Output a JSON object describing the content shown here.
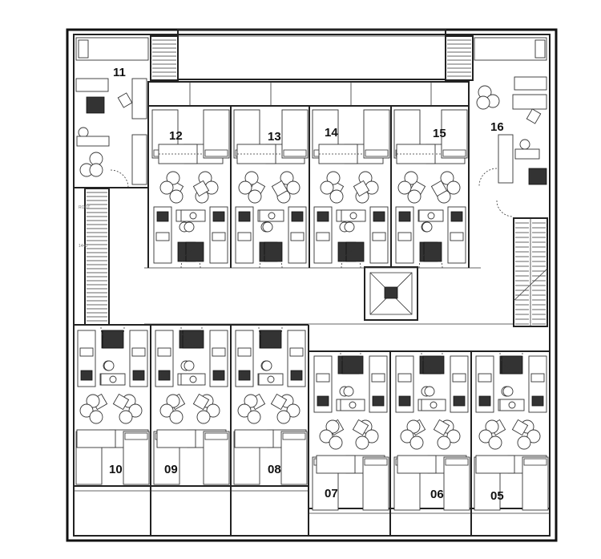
{
  "floor_plan": {
    "rooms": [
      {
        "id": "room-11",
        "label": "11"
      },
      {
        "id": "room-12",
        "label": "12"
      },
      {
        "id": "room-13",
        "label": "13"
      },
      {
        "id": "room-14",
        "label": "14"
      },
      {
        "id": "room-15",
        "label": "15"
      },
      {
        "id": "room-16",
        "label": "16"
      },
      {
        "id": "room-10",
        "label": "10"
      },
      {
        "id": "room-09",
        "label": "09"
      },
      {
        "id": "room-08",
        "label": "08"
      },
      {
        "id": "room-07",
        "label": "07"
      },
      {
        "id": "room-06",
        "label": "06"
      },
      {
        "id": "room-05",
        "label": "05"
      }
    ],
    "annotations": {
      "stair_label_top": "ROOT",
      "stair_label_mid": "1440"
    }
  }
}
